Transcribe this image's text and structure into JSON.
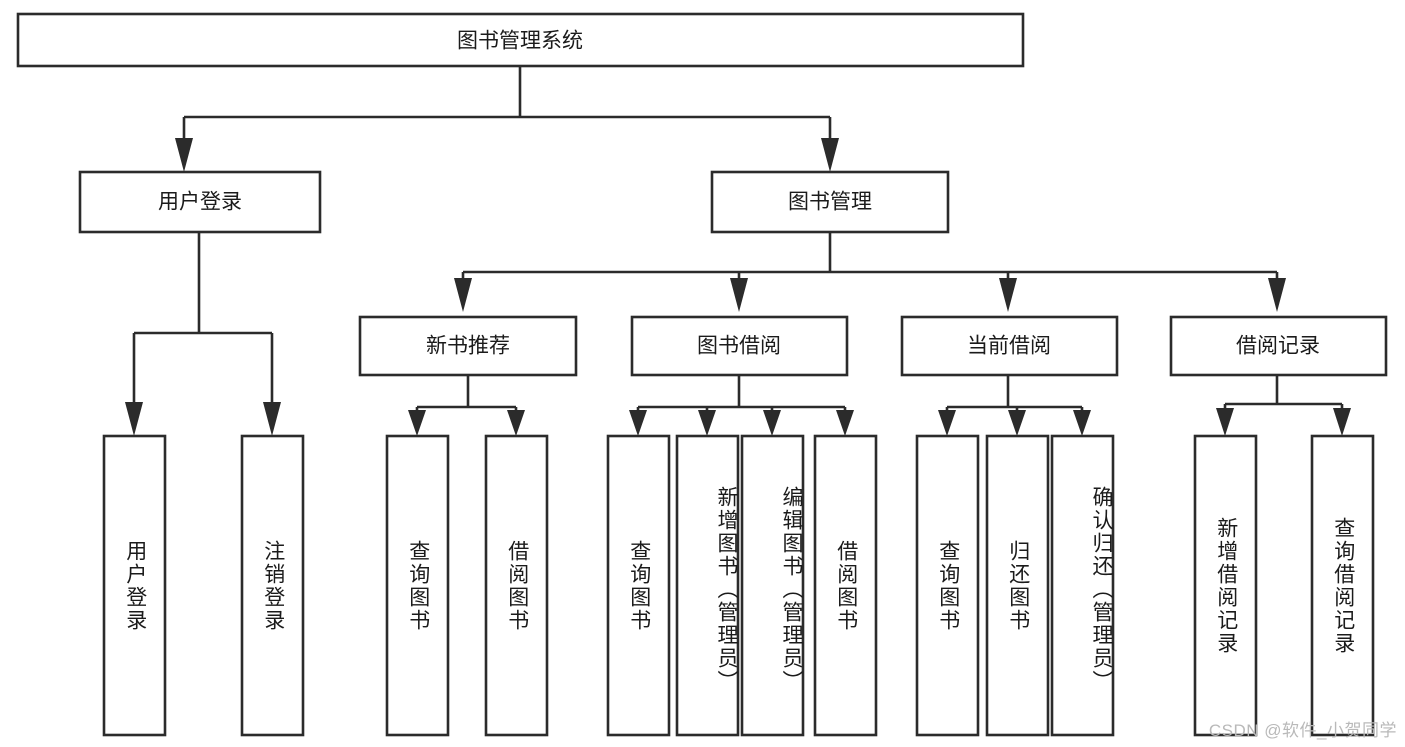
{
  "diagram": {
    "title": "图书管理系统",
    "type": "tree",
    "watermark": "CSDN @软件_小贺同学",
    "colors": {
      "box_stroke": "#2b2b2b",
      "box_fill": "#ffffff",
      "connector": "#2b2b2b",
      "text": "#1b1b1b",
      "watermark": "#b9b9b9",
      "background": "#ffffff"
    },
    "root": {
      "label": "图书管理系统"
    },
    "level2": [
      {
        "label": "用户登录"
      },
      {
        "label": "图书管理"
      }
    ],
    "level3": [
      {
        "label": "新书推荐"
      },
      {
        "label": "图书借阅"
      },
      {
        "label": "当前借阅"
      },
      {
        "label": "借阅记录"
      }
    ],
    "leaves": {
      "user_login": [
        {
          "label": "用户登录"
        },
        {
          "label": "注销登录"
        }
      ],
      "new_book_recommend": [
        {
          "label": "查询图书"
        },
        {
          "label": "借阅图书"
        }
      ],
      "book_borrow": [
        {
          "label": "查询图书"
        },
        {
          "label": "新增图书（管理员）"
        },
        {
          "label": "编辑图书（管理员）"
        },
        {
          "label": "借阅图书"
        }
      ],
      "current_borrow": [
        {
          "label": "查询图书"
        },
        {
          "label": "归还图书"
        },
        {
          "label": "确认归还（管理员）"
        }
      ],
      "borrow_record": [
        {
          "label": "新增借阅记录"
        },
        {
          "label": "查询借阅记录"
        }
      ]
    }
  }
}
